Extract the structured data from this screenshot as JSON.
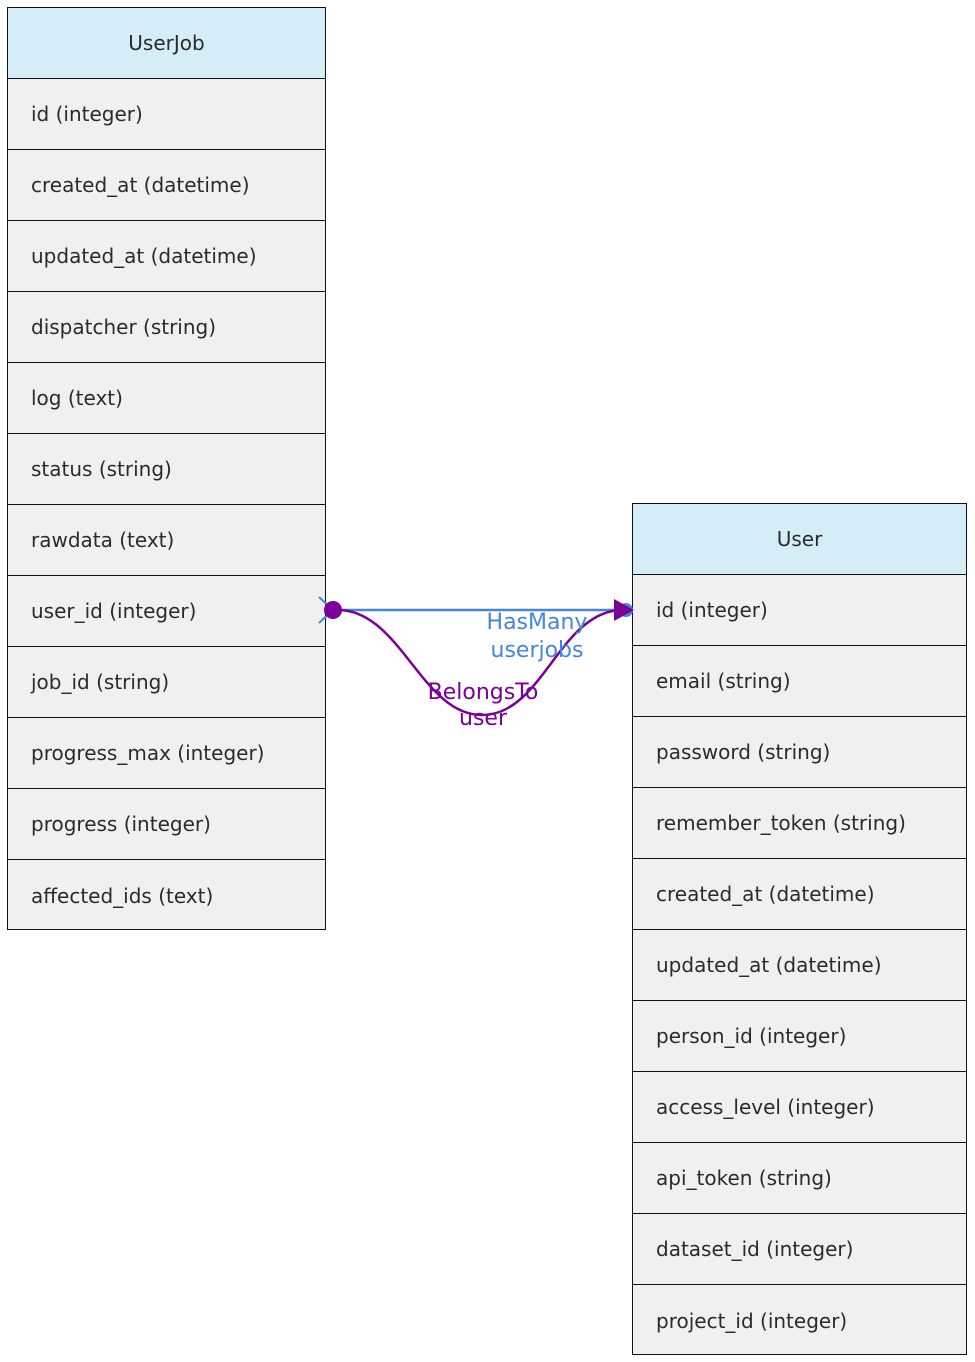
{
  "colors": {
    "header_bg": "#d4edf7",
    "row_bg": "#f0f0f0",
    "border": "#111111",
    "text": "#2b2b2b",
    "has_many": "#4286e0",
    "belongs_to": "#7b0099"
  },
  "tables": {
    "userjob": {
      "name": "UserJob",
      "fields": [
        "id (integer)",
        "created_at (datetime)",
        "updated_at (datetime)",
        "dispatcher (string)",
        "log (text)",
        "status (string)",
        "rawdata (text)",
        "user_id (integer)",
        "job_id (string)",
        "progress_max (integer)",
        "progress (integer)",
        "affected_ids (text)"
      ]
    },
    "user": {
      "name": "User",
      "fields": [
        "id (integer)",
        "email (string)",
        "password (string)",
        "remember_token (string)",
        "created_at (datetime)",
        "updated_at (datetime)",
        "person_id (integer)",
        "access_level (integer)",
        "api_token (string)",
        "dataset_id (integer)",
        "project_id (integer)"
      ]
    }
  },
  "relations": {
    "has_many": {
      "line1": "HasMany",
      "line2": "userjobs",
      "from": "user.id",
      "to": "userjob.user_id"
    },
    "belongs_to": {
      "line1": "BelongsTo",
      "line2": "user",
      "from": "userjob.user_id",
      "to": "user.id"
    }
  }
}
